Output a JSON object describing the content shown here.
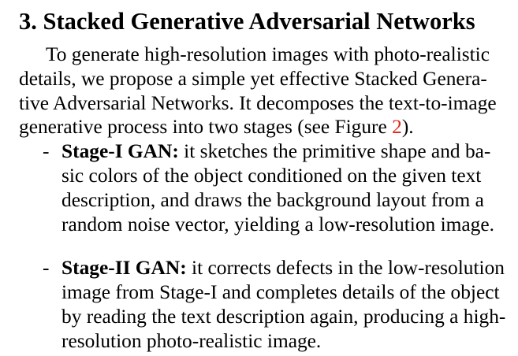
{
  "section": {
    "number": "3.",
    "title": "Stacked Generative Adversarial Networks"
  },
  "intro": {
    "line1": "To generate high-resolution images with photo-realistic",
    "line2": "details, we propose a simple yet effective Stacked Genera-",
    "line3": "tive Adversarial Networks. It decomposes the text-to-image",
    "line4_before": "generative process into two stages (see Figure ",
    "line4_ref": "2",
    "line4_after": ")."
  },
  "bullets": [
    {
      "dash": "-",
      "term": "Stage-I GAN:",
      "line1": " it sketches the primitive shape and ba-",
      "line2": "sic colors of the object conditioned on the given text",
      "line3": "description, and draws the background layout from a",
      "line4": "random noise vector, yielding a low-resolution image."
    },
    {
      "dash": "-",
      "term": "Stage-II GAN:",
      "line1": " it corrects defects in the low-resolution",
      "line2": "image from Stage-I and completes details of the object",
      "line3": "by reading the text description again, producing a high-",
      "line4": "resolution photo-realistic image."
    }
  ],
  "colors": {
    "text": "#000000",
    "figure_ref": "#e2231a",
    "background": "#ffffff"
  }
}
